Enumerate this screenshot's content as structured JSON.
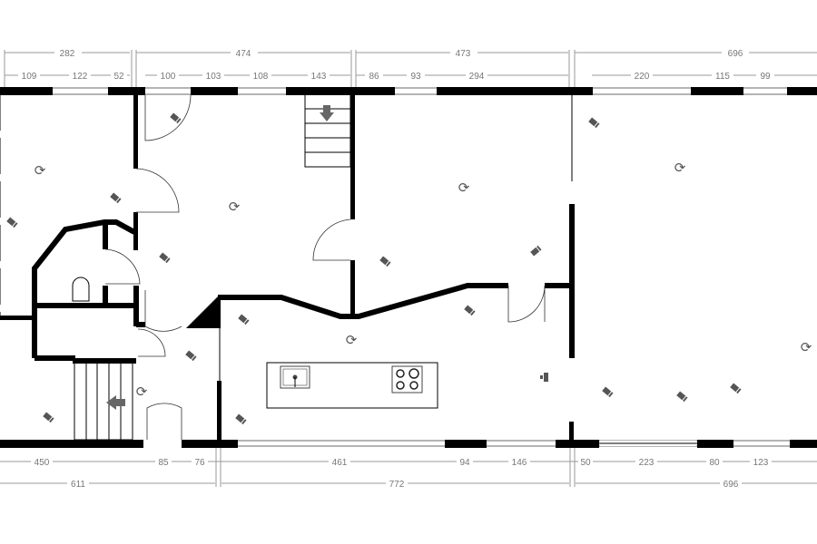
{
  "dimensions": {
    "top_totals": [
      "282",
      "474",
      "473",
      "696"
    ],
    "top_segments": [
      "109",
      "122",
      "52",
      "100",
      "103",
      "108",
      "143",
      "86",
      "93",
      "294",
      "220",
      "115",
      "99"
    ],
    "bottom_segments": [
      "450",
      "85",
      "76",
      "461",
      "94",
      "146",
      "50",
      "223",
      "80",
      "123"
    ],
    "bottom_totals": [
      "611",
      "772",
      "696"
    ]
  },
  "icons": {
    "room_marker": "rotate-icon",
    "sensor": "sensor-icon",
    "stairs_arrow": "arrow-icon"
  },
  "colors": {
    "wall": "#000000",
    "dimension": "#777777",
    "icon": "#555555"
  }
}
